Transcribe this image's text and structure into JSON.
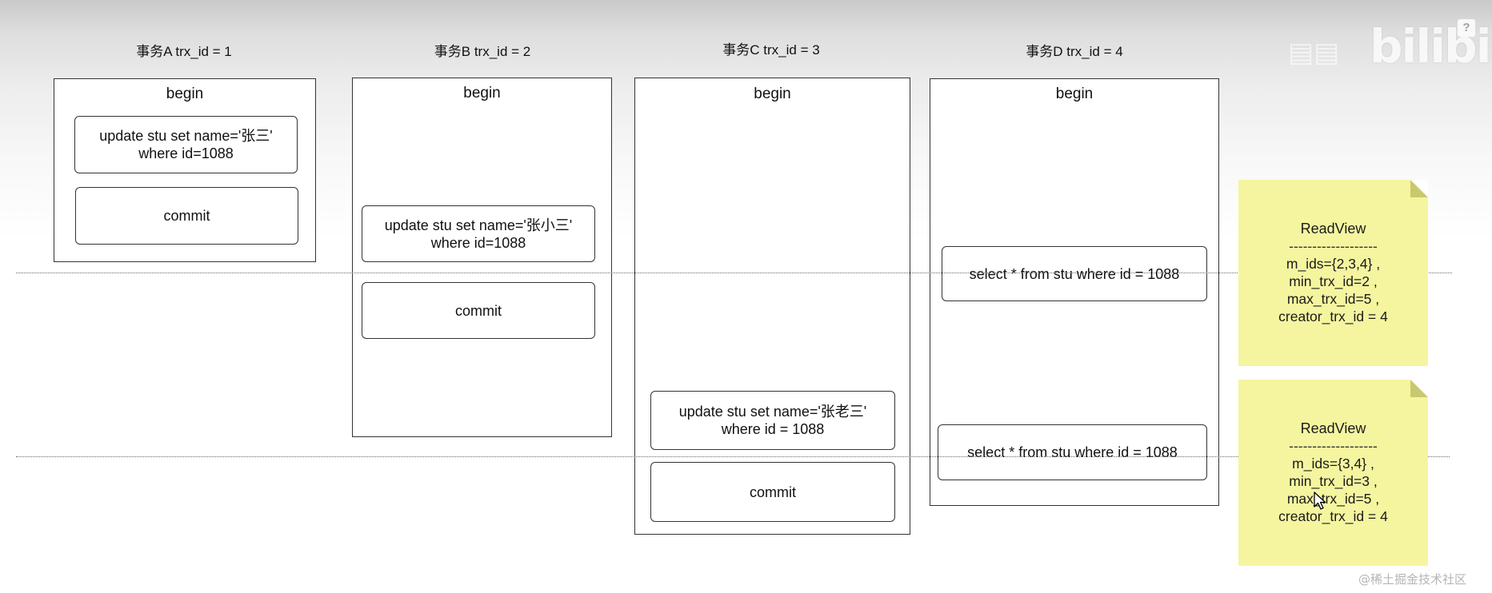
{
  "transactions": [
    {
      "title": "事务A trx_id = 1",
      "begin": "begin",
      "statements": [
        {
          "line1": "update stu set name='张三'",
          "line2": "where id=1088"
        },
        {
          "line1": "commit",
          "line2": ""
        }
      ]
    },
    {
      "title": "事务B trx_id = 2",
      "begin": "begin",
      "statements": [
        {
          "line1": "update stu set name='张小三'",
          "line2": "where id=1088"
        },
        {
          "line1": "commit",
          "line2": ""
        }
      ]
    },
    {
      "title": "事务C trx_id = 3",
      "begin": "begin",
      "statements": [
        {
          "line1": "update stu set name='张老三'",
          "line2": "where id = 1088"
        },
        {
          "line1": "commit",
          "line2": ""
        }
      ]
    },
    {
      "title": "事务D trx_id = 4",
      "begin": "begin",
      "statements": [
        {
          "line1": "select * from stu where id = 1088",
          "line2": ""
        },
        {
          "line1": "select * from stu where id = 1088",
          "line2": ""
        }
      ]
    }
  ],
  "readviews": [
    {
      "title": "ReadView",
      "separator": "-------------------",
      "m_ids": "m_ids={2,3,4} ,",
      "min_trx_id": "min_trx_id=2   ,",
      "max_trx_id": "max_trx_id=5   ,",
      "creator_trx_id": "creator_trx_id = 4"
    },
    {
      "title": "ReadView",
      "separator": "-------------------",
      "m_ids": "m_ids={3,4} ,",
      "min_trx_id": "min_trx_id=3   ,",
      "max_trx_id": "max_trx_id=5   ,",
      "creator_trx_id": "creator_trx_id = 4"
    }
  ],
  "logo": {
    "text": "bilibili"
  },
  "help": {
    "label": "?"
  },
  "watermark": "@稀土掘金技术社区",
  "colors": {
    "note": "#f5f5a0",
    "border": "#333333",
    "dotted_line": "#666666"
  }
}
